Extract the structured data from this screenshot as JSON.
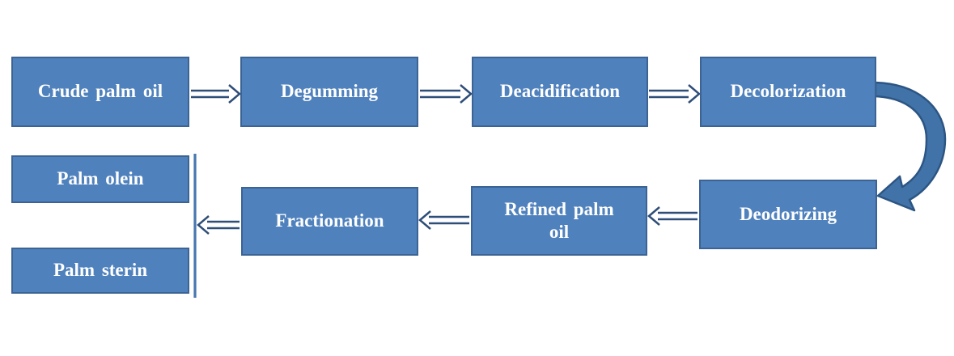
{
  "diagram": {
    "type": "flowchart",
    "subject": "Palm oil refining process",
    "colors": {
      "node_fill": "#4F81BD",
      "node_border": "#3B6394",
      "node_text": "#FFFFFF",
      "arrow_outline": "#2E4D78",
      "connector_line": "#4776B0",
      "curved_arrow_fill": "#4173A9",
      "curved_arrow_border": "#2C5583",
      "background": "#FFFFFF"
    },
    "nodes": [
      {
        "id": "crude-palm-oil",
        "label": "Crude palm oil"
      },
      {
        "id": "degumming",
        "label": "Degumming"
      },
      {
        "id": "deacidification",
        "label": "Deacidification"
      },
      {
        "id": "decolorization",
        "label": "Decolorization"
      },
      {
        "id": "deodorizing",
        "label": "Deodorizing"
      },
      {
        "id": "refined-palm-oil",
        "label": "Refined palm oil"
      },
      {
        "id": "fractionation",
        "label": "Fractionation"
      },
      {
        "id": "palm-olein",
        "label": "Palm olein"
      },
      {
        "id": "palm-sterin",
        "label": "Palm sterin"
      }
    ],
    "edges": [
      {
        "from": "crude-palm-oil",
        "to": "degumming",
        "style": "hollow-right-arrow"
      },
      {
        "from": "degumming",
        "to": "deacidification",
        "style": "hollow-right-arrow"
      },
      {
        "from": "deacidification",
        "to": "decolorization",
        "style": "hollow-right-arrow"
      },
      {
        "from": "decolorization",
        "to": "deodorizing",
        "style": "solid-curved-arrow"
      },
      {
        "from": "deodorizing",
        "to": "refined-palm-oil",
        "style": "hollow-left-arrow"
      },
      {
        "from": "refined-palm-oil",
        "to": "fractionation",
        "style": "hollow-left-arrow"
      },
      {
        "from": "fractionation",
        "to": "palm-olein",
        "style": "hollow-left-arrow-to-split-line"
      },
      {
        "from": "fractionation",
        "to": "palm-sterin",
        "style": "hollow-left-arrow-to-split-line"
      }
    ]
  }
}
